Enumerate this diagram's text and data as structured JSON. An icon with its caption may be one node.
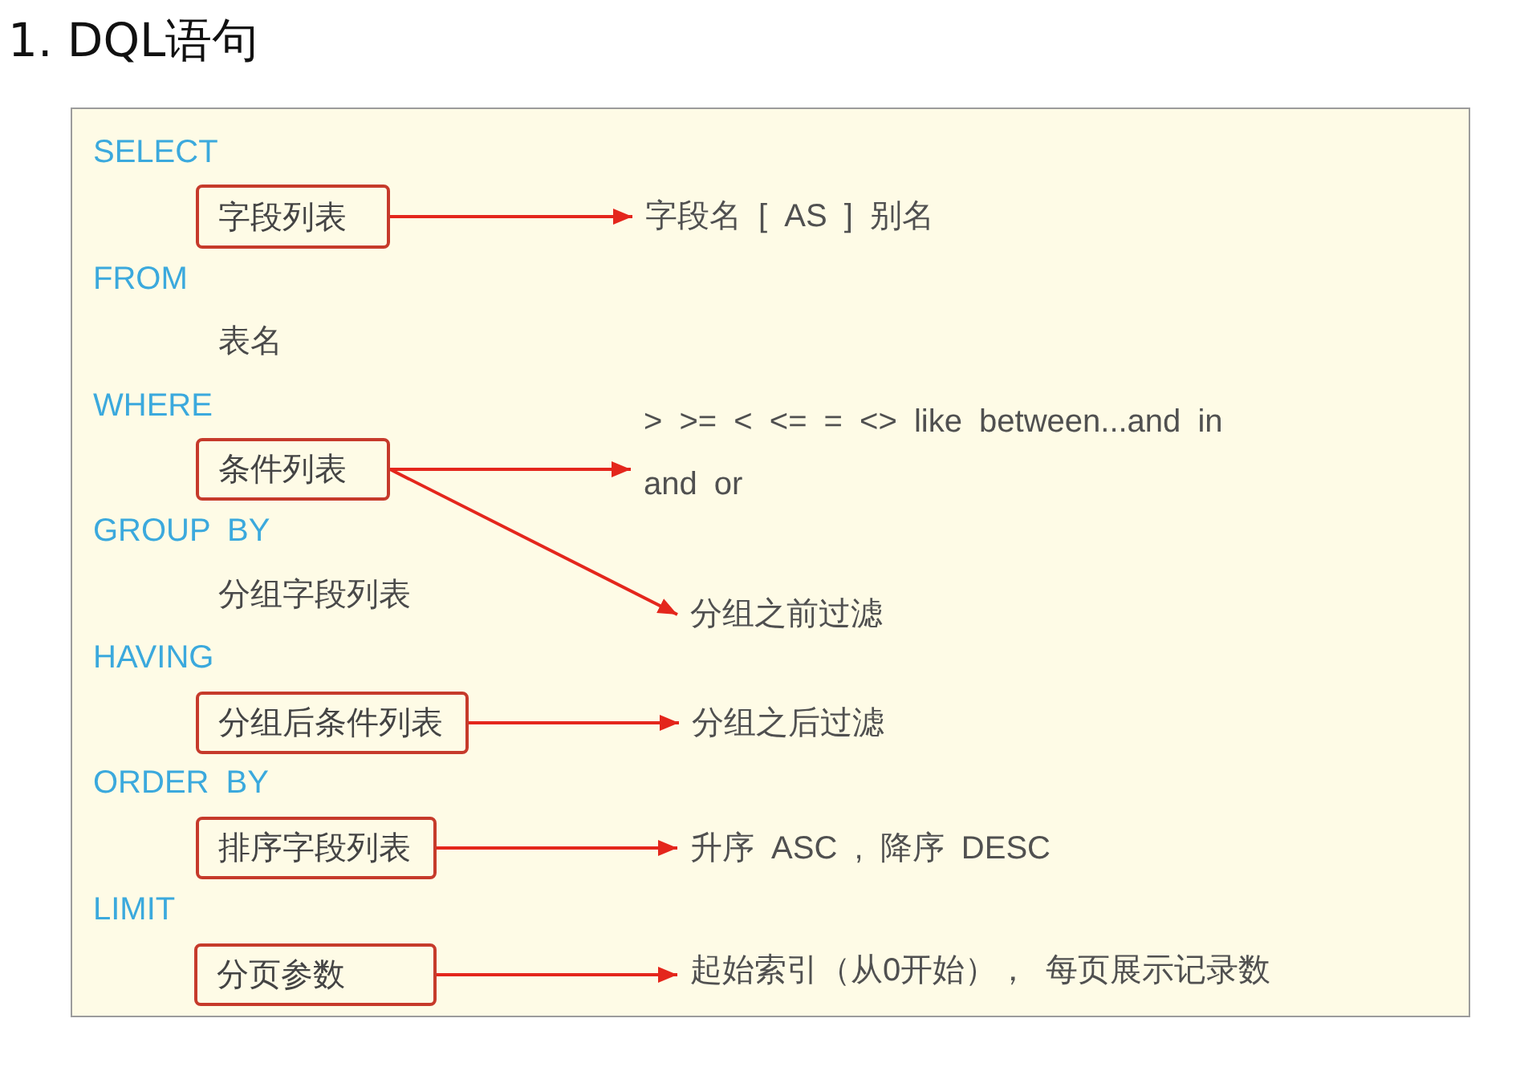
{
  "diagram": {
    "title": "1. DQL语句",
    "nodes": [
      {
        "text": [
          "SELECT",
          "FROM",
          "表名",
          "WHERE",
          "GROUP BY",
          "分组字段列表",
          "HAVING",
          "ORDER BY",
          "LIMIT"
        ]
      },
      {
        "text": [
          "字段列表"
        ],
        "in": 0
      },
      {
        "text": [
          "字段名 [ AS ] 别名"
        ],
        "in": 0
      },
      {
        "text": [
          "条件列表"
        ],
        "in": 0
      },
      {
        "text": [
          "> >= < <= = <> like between...and in and or"
        ],
        "in": 0
      },
      {
        "text": [
          "分组之前过滤"
        ],
        "in": 0
      },
      {
        "text": [
          "分组后条件列表"
        ],
        "in": 0
      },
      {
        "text": [
          "分组之后过滤"
        ],
        "in": 0
      },
      {
        "text": [
          "排序字段列表"
        ],
        "in": 0
      },
      {
        "text": [
          "升序 ASC , 降序 DESC"
        ],
        "in": 0
      },
      {
        "text": [
          "分页参数"
        ],
        "in": 0
      },
      {
        "text": [
          "起始索引（从0开始）， 每页展示记录数"
        ],
        "in": 0
      }
    ],
    "edges": [
      {
        "from": 1,
        "to": 2,
        "arrow": "to"
      },
      {
        "from": 3,
        "to": 4,
        "arrow": "to"
      },
      {
        "from": 3,
        "to": 5,
        "arrow": "to"
      },
      {
        "from": 6,
        "to": 7,
        "arrow": "to"
      },
      {
        "from": 8,
        "to": 9,
        "arrow": "to"
      },
      {
        "from": 10,
        "to": 11,
        "arrow": "to"
      }
    ]
  }
}
